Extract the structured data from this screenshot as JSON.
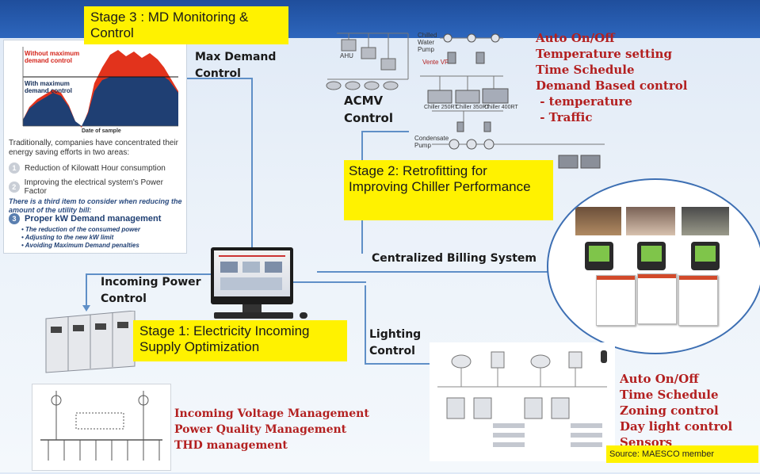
{
  "stage3_label": "Stage 3 : MD Monitoring & Control",
  "max_demand_label": [
    "Max Demand",
    "Control"
  ],
  "chart_panel": {
    "series_labels": [
      "Without maximum demand control",
      "With maximum demand control"
    ],
    "x_axis_label": "Date of sample",
    "text_intro": "Traditionally, companies have concentrated their energy saving efforts in two areas:",
    "items": [
      {
        "num": "1",
        "text": "Reduction of Kilowatt Hour consumption"
      },
      {
        "num": "2",
        "text": "Improving the electrical system's Power Factor"
      }
    ],
    "third_item_note": "There is a third item to consider when reducing the amount of the utility bill:",
    "item3": {
      "num": "3",
      "text": "Proper kW Demand management"
    },
    "bullets": [
      "The reduction of the consumed power",
      "Adjusting to the new kW limit",
      "Avoiding Maximum Demand penalties"
    ]
  },
  "acmv_label": [
    "ACMV",
    "Control"
  ],
  "acmv_small": {
    "ahu": "AHU",
    "chilled_water_pump": "Chilled Water Pump",
    "vente_vf": "Vente VF",
    "chillers": [
      "Chiller 250RT",
      "Chiller 350RT",
      "Chiller 400RT"
    ],
    "condensate_pump": "Condensate Pump"
  },
  "acmv_features": [
    "Auto On/Off",
    "Temperature setting",
    "Time Schedule",
    "Demand Based control",
    " - temperature",
    " - Traffic"
  ],
  "stage2_label": "Stage 2: Retrofitting for Improving Chiller Performance",
  "billing_label": "Centralized Billing System",
  "incoming_label": [
    "Incoming Power",
    "Control"
  ],
  "stage1_label": "Stage 1: Electricity  Incoming Supply Optimization",
  "lighting_label": [
    "Lighting",
    "Control"
  ],
  "incoming_features": [
    "Incoming Voltage Management",
    "Power Quality Management",
    "THD management"
  ],
  "lighting_features": [
    "Auto On/Off",
    "Time Schedule",
    "Zoning control",
    "Day light control",
    "Sensors"
  ],
  "source_label": "Source: MAESCO  member",
  "colors": {
    "highlight": "#fff200",
    "red_text": "#b32020",
    "connector": "#5f8fc7",
    "header": "#2d66bd"
  }
}
